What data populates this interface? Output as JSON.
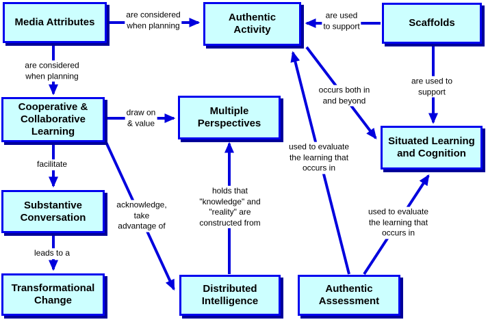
{
  "diagram_type": "concept-map",
  "colors": {
    "node_fill": "#ccffff",
    "node_border": "#0000ee",
    "node_shadow": "#000099",
    "connector": "#0000dd",
    "text": "#000000",
    "background": "#ffffff"
  },
  "nodes": [
    {
      "id": "media-attributes",
      "label": "Media Attributes"
    },
    {
      "id": "authentic-activity",
      "label": "Authentic\nActivity"
    },
    {
      "id": "scaffolds",
      "label": "Scaffolds"
    },
    {
      "id": "cooperative",
      "label": "Cooperative &\nCollaborative\nLearning"
    },
    {
      "id": "multiple-perspectives",
      "label": "Multiple\nPerspectives"
    },
    {
      "id": "situated-learning",
      "label": "Situated Learning\nand Cognition"
    },
    {
      "id": "substantive-conversation",
      "label": "Substantive\nConversation"
    },
    {
      "id": "transformational-change",
      "label": "Transformational\nChange"
    },
    {
      "id": "distributed-intelligence",
      "label": "Distributed\nIntelligence"
    },
    {
      "id": "authentic-assessment",
      "label": "Authentic\nAssessment"
    }
  ],
  "edges": [
    {
      "from": "Media Attributes",
      "to": "Authentic Activity",
      "label": "are considered\nwhen planning"
    },
    {
      "from": "Scaffolds",
      "to": "Authentic Activity",
      "label": "are used\nto support"
    },
    {
      "from": "Media Attributes",
      "to": "Cooperative & Collaborative Learning",
      "label": "are considered\nwhen planning"
    },
    {
      "from": "Scaffolds",
      "to": "Situated Learning and Cognition",
      "label": "are used to\nsupport"
    },
    {
      "from": "Cooperative & Collaborative Learning",
      "to": "Multiple Perspectives",
      "label": "draw on\n& value"
    },
    {
      "from": "Authentic Activity",
      "to": "Situated Learning and Cognition",
      "label": "occurs both in\nand beyond"
    },
    {
      "from": "Authentic Assessment",
      "to": "Authentic Activity",
      "label": "used to evaluate\nthe learning that\noccurs in"
    },
    {
      "from": "Cooperative & Collaborative Learning",
      "to": "Substantive Conversation",
      "label": "facilitate"
    },
    {
      "from": "Cooperative & Collaborative Learning",
      "to": "Distributed Intelligence",
      "label": "acknowledge,\ntake\nadvantage of"
    },
    {
      "from": "Distributed Intelligence",
      "to": "Multiple Perspectives",
      "label": "holds that\n\"knowledge\" and\n\"reality\" are\nconstructed from"
    },
    {
      "from": "Authentic Assessment",
      "to": "Situated Learning and Cognition",
      "label": "used to evaluate\nthe learning that\noccurs in"
    },
    {
      "from": "Substantive Conversation",
      "to": "Transformational Change",
      "label": "leads to a"
    }
  ]
}
